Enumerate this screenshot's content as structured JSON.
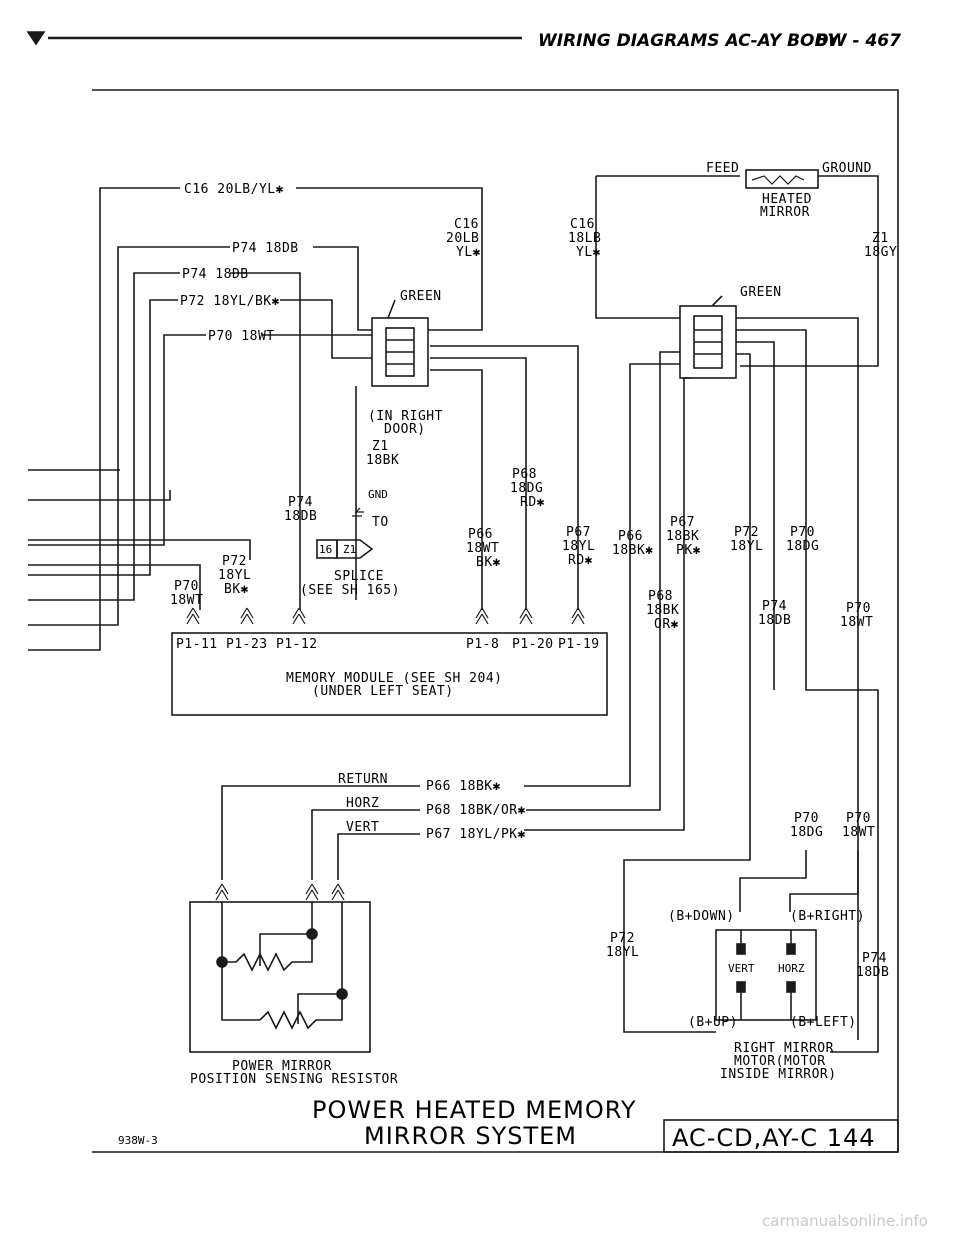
{
  "header": {
    "title": "WIRING DIAGRAMS AC-AY BODY",
    "page": "8W - 467"
  },
  "mirror_top": {
    "feed": "FEED",
    "ground": "GROUND",
    "heated_line1": "HEATED",
    "heated_line2": "MIRROR",
    "green_left": "GREEN",
    "green_right": "GREEN",
    "in_right_door_1": "(IN RIGHT",
    "in_right_door_2": "DOOR)"
  },
  "wires": {
    "c16_long": "C16 20LB/YL✱",
    "p74_a": "P74 18DB",
    "p74_b": "P74 18DB",
    "p72": "P72 18YL/BK✱",
    "p70": "P70 18WT",
    "c16_a_1": "C16",
    "c16_a_2": "20LB",
    "c16_a_3": "YL✱",
    "c16_b_1": "C16",
    "c16_b_2": "18LB",
    "c16_b_3": "YL✱",
    "z1_top_1": "Z1",
    "z1_top_2": "18GY",
    "z1_mid_1": "Z1",
    "z1_mid_2": "18BK",
    "gnd": "GND",
    "to": "TO",
    "splice_tag": "16",
    "splice_z1": "Z1",
    "splice_1": "SPLICE",
    "splice_2": "(SEE SH 165)",
    "p68_a_1": "P68",
    "p68_a_2": "18DG",
    "p68_a_3": "RD✱",
    "p74_c_1": "P74",
    "p74_c_2": "18DB",
    "p66_a_1": "P66",
    "p66_a_2": "18WT",
    "p66_a_3": "BK✱",
    "p67_a_1": "P67",
    "p67_a_2": "18YL",
    "p67_a_3": "RD✱",
    "p66_b_1": "P66",
    "p66_b_2": "18BK✱",
    "p67_b_1": "P67",
    "p67_b_2": "18BK",
    "p67_b_3": "PK✱",
    "p72_b_1": "P72",
    "p72_b_2": "18YL",
    "p70_b_1": "P70",
    "p70_b_2": "18DG",
    "p72_c_1": "P72",
    "p72_c_2": "18YL",
    "p72_c_3": "BK✱",
    "p70_c_1": "P70",
    "p70_c_2": "18WT",
    "p68_b_1": "P68",
    "p68_b_2": "18BK",
    "p68_b_3": "OR✱",
    "p74_d_1": "P74",
    "p74_d_2": "18DB",
    "p70_d_1": "P70",
    "p70_d_2": "18WT",
    "return": "RETURN",
    "horz": "HORZ",
    "vert": "VERT",
    "p66_run": "P66 18BK✱",
    "p68_run": "P68 18BK/OR✱",
    "p67_run": "P67 18YL/PK✱",
    "p70_e_1": "P70",
    "p70_e_2": "18DG",
    "p70_f_1": "P70",
    "p70_f_2": "18WT",
    "p72_d_1": "P72",
    "p72_d_2": "18YL",
    "p74_e_1": "P74",
    "p74_e_2": "18DB"
  },
  "memory_module": {
    "pins": [
      "P1-11",
      "P1-23",
      "P1-12",
      "P1-8",
      "P1-20",
      "P1-19"
    ],
    "line1": "MEMORY MODULE (SEE SH 204)",
    "line2": "(UNDER LEFT SEAT)"
  },
  "motor": {
    "b_down": "(B+DOWN)",
    "b_right": "(B+RIGHT)",
    "b_up": "(B+UP)",
    "b_left": "(B+LEFT)",
    "vert": "VERT",
    "horz": "HORZ",
    "caption1": "RIGHT MIRROR",
    "caption2": "MOTOR(MOTOR",
    "caption3": "INSIDE MIRROR)"
  },
  "resistor": {
    "caption1": "POWER MIRROR",
    "caption2": "POSITION SENSING RESISTOR"
  },
  "footer": {
    "code": "938W-3",
    "title1": "POWER HEATED MEMORY",
    "title2": "MIRROR SYSTEM",
    "sheet": "AC-CD,AY-C 144"
  },
  "watermark": "carmanualsonline.info"
}
